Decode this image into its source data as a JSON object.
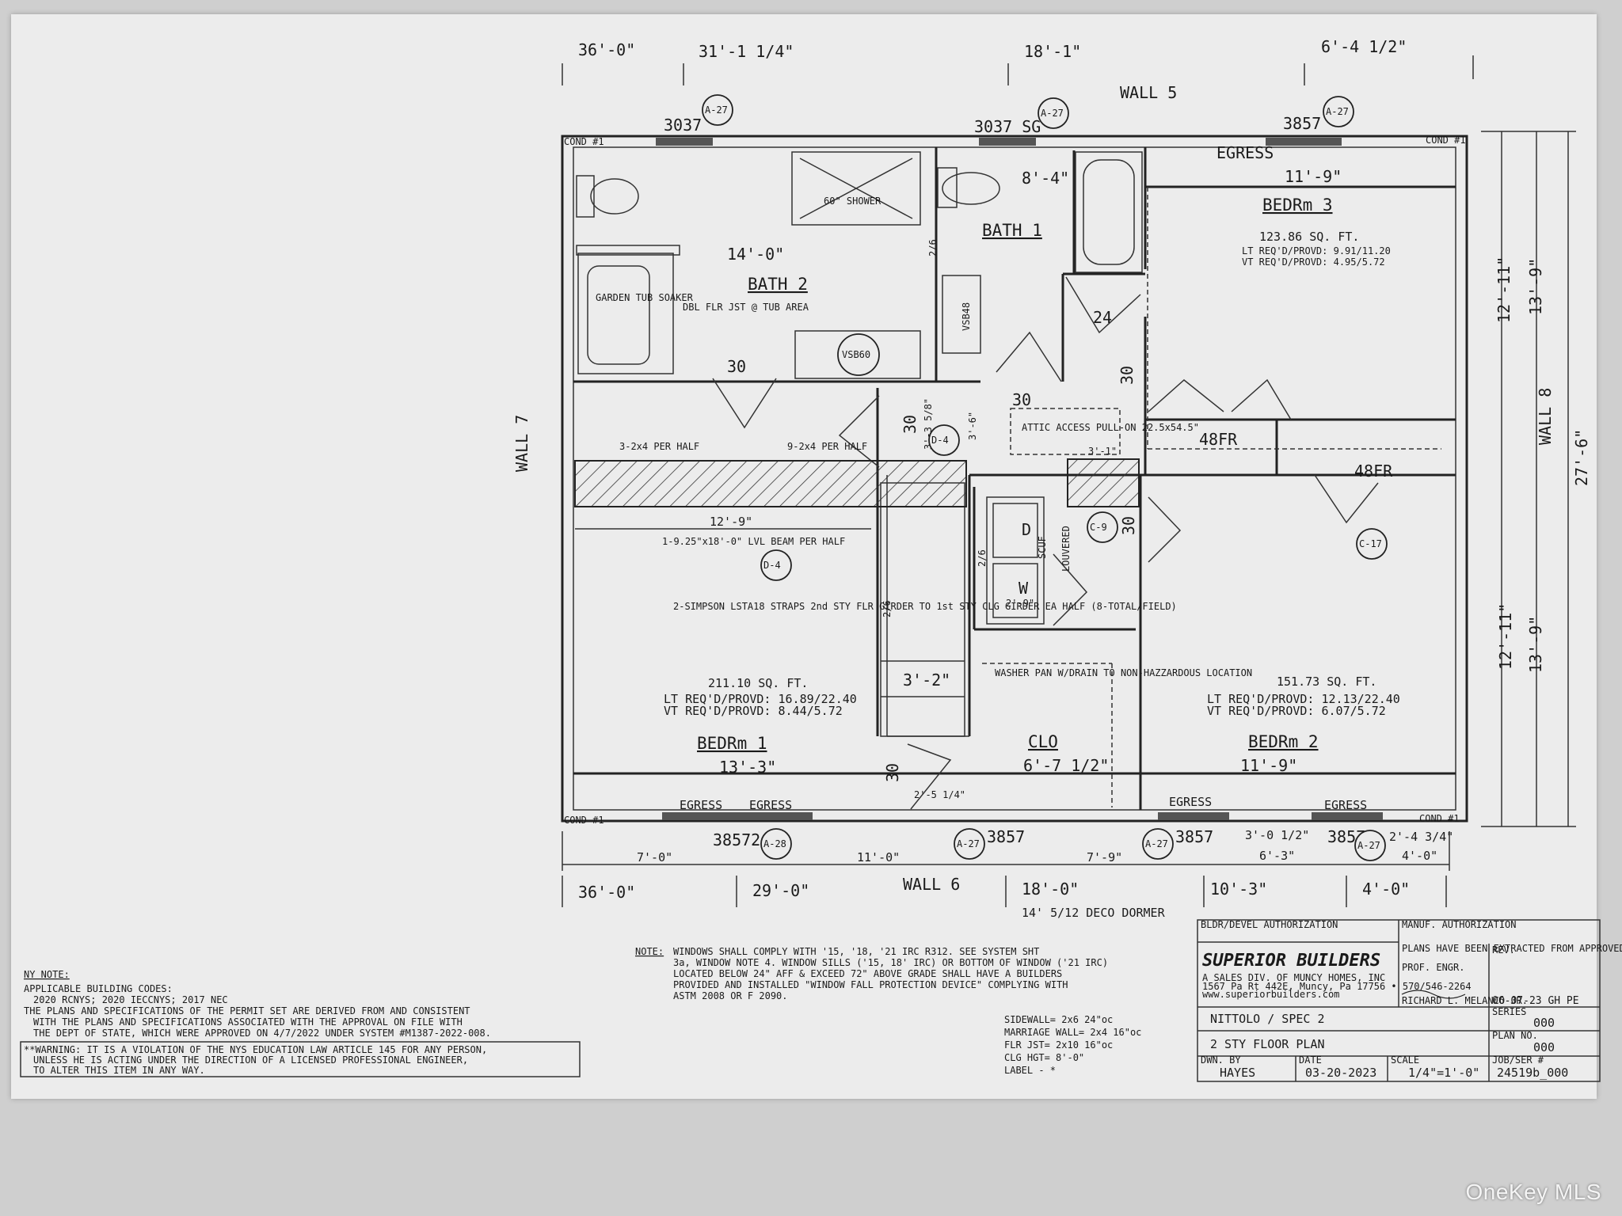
{
  "dims_top": [
    "36'-0\"",
    "31'-1 1/4\"",
    "18'-1\"",
    "6'-4 1/2\""
  ],
  "walls": {
    "top": "WALL 5",
    "left": "WALL 7",
    "right": "WALL 8",
    "bottom": "WALL 6"
  },
  "windows_top": [
    "3037",
    "3037_SG",
    "3857"
  ],
  "window_refs_top": [
    "A-27",
    "A-27",
    "A-27"
  ],
  "cond": "COND #1",
  "egress": "EGRESS",
  "rooms": {
    "bath2": {
      "name": "BATH 2",
      "width": "14'-0\"",
      "shower": "60\" SHOWER",
      "tub": "GARDEN TUB SOAKER",
      "floor": "DBL FLR JST @ TUB AREA",
      "vanity": "VSB60",
      "door": "30"
    },
    "bath1": {
      "name": "BATH 1",
      "width": "8'-4\"",
      "vanity": "VSB48",
      "door": "30"
    },
    "bedroom3": {
      "name": "BEDRm 3",
      "width": "11'-9\"",
      "area": "123.86 SQ. FT.",
      "lt": "LT REQ'D/PROVD: 9.91/11.20",
      "vt": "VT REQ'D/PROVD: 4.95/5.72",
      "closet": "48FR"
    },
    "bedroom1": {
      "name": "BEDRm 1",
      "width": "13'-3\"",
      "area": "211.10 SQ. FT.",
      "lt": "LT REQ'D/PROVD: 16.89/22.40",
      "vt": "VT REQ'D/PROVD: 8.44/5.72"
    },
    "bedroom2": {
      "name": "BEDRm 2",
      "width": "11'-9\"",
      "area": "151.73 SQ. FT.",
      "lt": "LT REQ'D/PROVD: 12.13/22.40",
      "vt": "VT REQ'D/PROVD: 6.07/5.72",
      "closet": "48FR"
    },
    "closet": {
      "name": "CLO",
      "width": "6'-7 1/2\""
    }
  },
  "notes_plan": {
    "attic": "ATTIC ACCESS PULL-ON 22.5x54.5\"",
    "beam_left": "3-2x4 PER HALF",
    "beam_right": "9-2x4 PER HALF",
    "beam_span": "12'-9\"",
    "beam": "1-9.25\"x18'-0\" LVL BEAM PER HALF",
    "straps": "2-SIMPSON LSTA18 STRAPS 2nd STY FLR GIRDER TO 1st STY CLG GIRDER EA HALF (8-TOTAL/FIELD)",
    "washer": "WASHER PAN W/DRAIN TO NON-HAZZARDOUS LOCATION",
    "stair": "3'-2\"",
    "laundry_d": "D",
    "laundry_w": "W",
    "scuf": "SCUF",
    "louvered": "LOUVERED",
    "dim_335": "3'-3 5/8\"",
    "dim_36": "3'-6\"",
    "dim_31": "3'-1\"",
    "dim_29": "2'-9\"",
    "dim_251": "2'-5 1/4\"",
    "n24": "24",
    "n26": "2/6",
    "n30": "30",
    "d4": "D-4",
    "c9": "C-9",
    "c17": "C-17"
  },
  "windows_bottom": [
    "38572",
    "3857",
    "3857",
    "3857"
  ],
  "window_refs_bottom": [
    "A-28",
    "A-27",
    "A-27",
    "A-27"
  ],
  "dims_bottom_row1": [
    "7'-0\"",
    "11'-0\"",
    "7'-9\"",
    "6'-3\"",
    "3'-0 1/2\"",
    "2'-4 3/4\"",
    "4'-0\""
  ],
  "dims_bottom_row2": [
    "36'-0\"",
    "29'-0\"",
    "18'-0\"",
    "10'-3\"",
    "4'-0\""
  ],
  "dims_right": [
    "12'-11\"",
    "13'-9\"",
    "27'-6\"",
    "12'-11\"",
    "13'-9\""
  ],
  "dormer": "14' 5/12 DECO DORMER",
  "ny_note": {
    "title": "NY NOTE:",
    "lines": [
      "APPLICABLE BUILDING CODES:",
      "2020 RCNYS; 2020 IECCNYS; 2017 NEC",
      "THE PLANS AND SPECIFICATIONS OF THE PERMIT SET ARE DERIVED FROM AND CONSISTENT",
      "WITH THE PLANS AND SPECIFICATIONS ASSOCIATED WITH THE APPROVAL ON FILE WITH",
      "THE DEPT OF STATE, WHICH WERE APPROVED ON 4/7/2022 UNDER SYSTEM #M1387-2022-008."
    ],
    "warning": [
      "**WARNING: IT IS A VIOLATION OF THE NYS EDUCATION LAW ARTICLE 145 FOR ANY PERSON,",
      "UNLESS HE IS ACTING UNDER THE DIRECTION OF A LICENSED PROFESSIONAL ENGINEER,",
      "TO ALTER THIS ITEM IN ANY WAY."
    ]
  },
  "windows_note": {
    "label": "NOTE:",
    "lines": [
      "WINDOWS SHALL COMPLY WITH '15, '18, '21 IRC R312. SEE SYSTEM SHT",
      "3a, WINDOW NOTE 4. WINDOW SILLS ('15, 18' IRC) OR BOTTOM OF WINDOW ('21 IRC)",
      "LOCATED BELOW 24\" AFF & EXCEED 72\" ABOVE GRADE SHALL HAVE A BUILDERS",
      "PROVIDED AND INSTALLED \"WINDOW FALL PROTECTION DEVICE\" COMPLYING WITH",
      "ASTM 2008 OR F 2090."
    ]
  },
  "spec_list": [
    "SIDEWALL= 2x6 24\"oc",
    "MARRIAGE WALL= 2x4 16\"oc",
    "FLR JST= 2x10 16\"oc",
    "CLG HGT= 8'-0\"",
    "LABEL - *"
  ],
  "title_block": {
    "dealer_auth": "BLDR/DEVEL AUTHORIZATION",
    "mfr_auth": "MANUF. AUTHORIZATION",
    "company": "SUPERIOR BUILDERS",
    "company_sub": "A SALES DIV. OF MUNCY HOMES, INC",
    "company_addr": "1567 Pa Rt 442E, Muncy, Pa 17756 • 570/546-2264",
    "company_web": "www.superiorbuilders.com",
    "approval": "PLANS HAVE BEEN EXTRACTED FROM APPROVED BUILDING SYSTEM DOCUMENTATION",
    "prof_engr": "PROF. ENGR.",
    "engineer": "RICHARD L. MELANCO JR.",
    "rev_label": "REV.",
    "rev": "06-07-23 GH PE",
    "project": "NITTOLO / SPEC 2",
    "sheet": "2 STY FLOOR PLAN",
    "serial_label": "SERIES",
    "serial": "000",
    "plan_label": "PLAN NO.",
    "plan": "000",
    "drawn_label": "DWN. BY",
    "drawn": "HAYES",
    "date_label": "DATE",
    "date": "03-20-2023",
    "scale_label": "SCALE",
    "scale": "1/4\"=1'-0\"",
    "job_label": "JOB/SER #",
    "job": "24519b_000"
  },
  "watermark": "OneKey MLS"
}
